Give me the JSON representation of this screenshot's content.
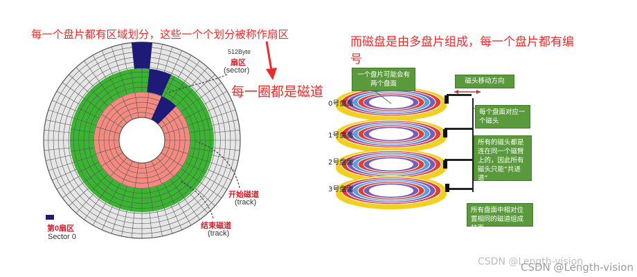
{
  "annotations": {
    "sector_note": "每一个盘片都有区域划分，这些一个个划分被称作扇区",
    "track_note": "每一圈都是磁道",
    "plates_note_line1": "而磁盘是由多盘片组成，每一个盘片都有编",
    "plates_note_line2": "号"
  },
  "disk_diagram": {
    "sector_size": "512Byte",
    "sector_cn": "扇区",
    "sector_en": "(sector)",
    "start_track_cn": "开始磁道",
    "start_track_en": "(track)",
    "end_track_cn": "结束磁道",
    "end_track_en": "(track)",
    "sector0_cn": "第0扇区",
    "sector0_en": "Sector 0"
  },
  "platter_diagram": {
    "box_each_plate_two_faces": "一个盘片可能会有两个盘面",
    "box_head_direction": "磁头移动方向",
    "box_one_head_each": "每个盘面对应一个磁头",
    "box_heads_linked": "所有的磁头都是连在同一个磁臂上的，因此所有磁头只能“共进退”",
    "box_cylinder": "所有盘面中相对位置相同的磁道组成柱面",
    "plates": [
      "0号盘面",
      "1号盘面",
      "2号盘面",
      "3号盘面"
    ]
  },
  "watermarks": {
    "faint": "CSDN @Length-vision",
    "main": "CSDN @Length-vision"
  },
  "colors": {
    "annotation_red": "#ee2a2a",
    "outer_ring": "#e6e6e6",
    "middle_ring": "#39b531",
    "inner_ring": "#f58a80",
    "sector_highlight": "#1e1a78",
    "callout_green": "#5b9a3c"
  }
}
